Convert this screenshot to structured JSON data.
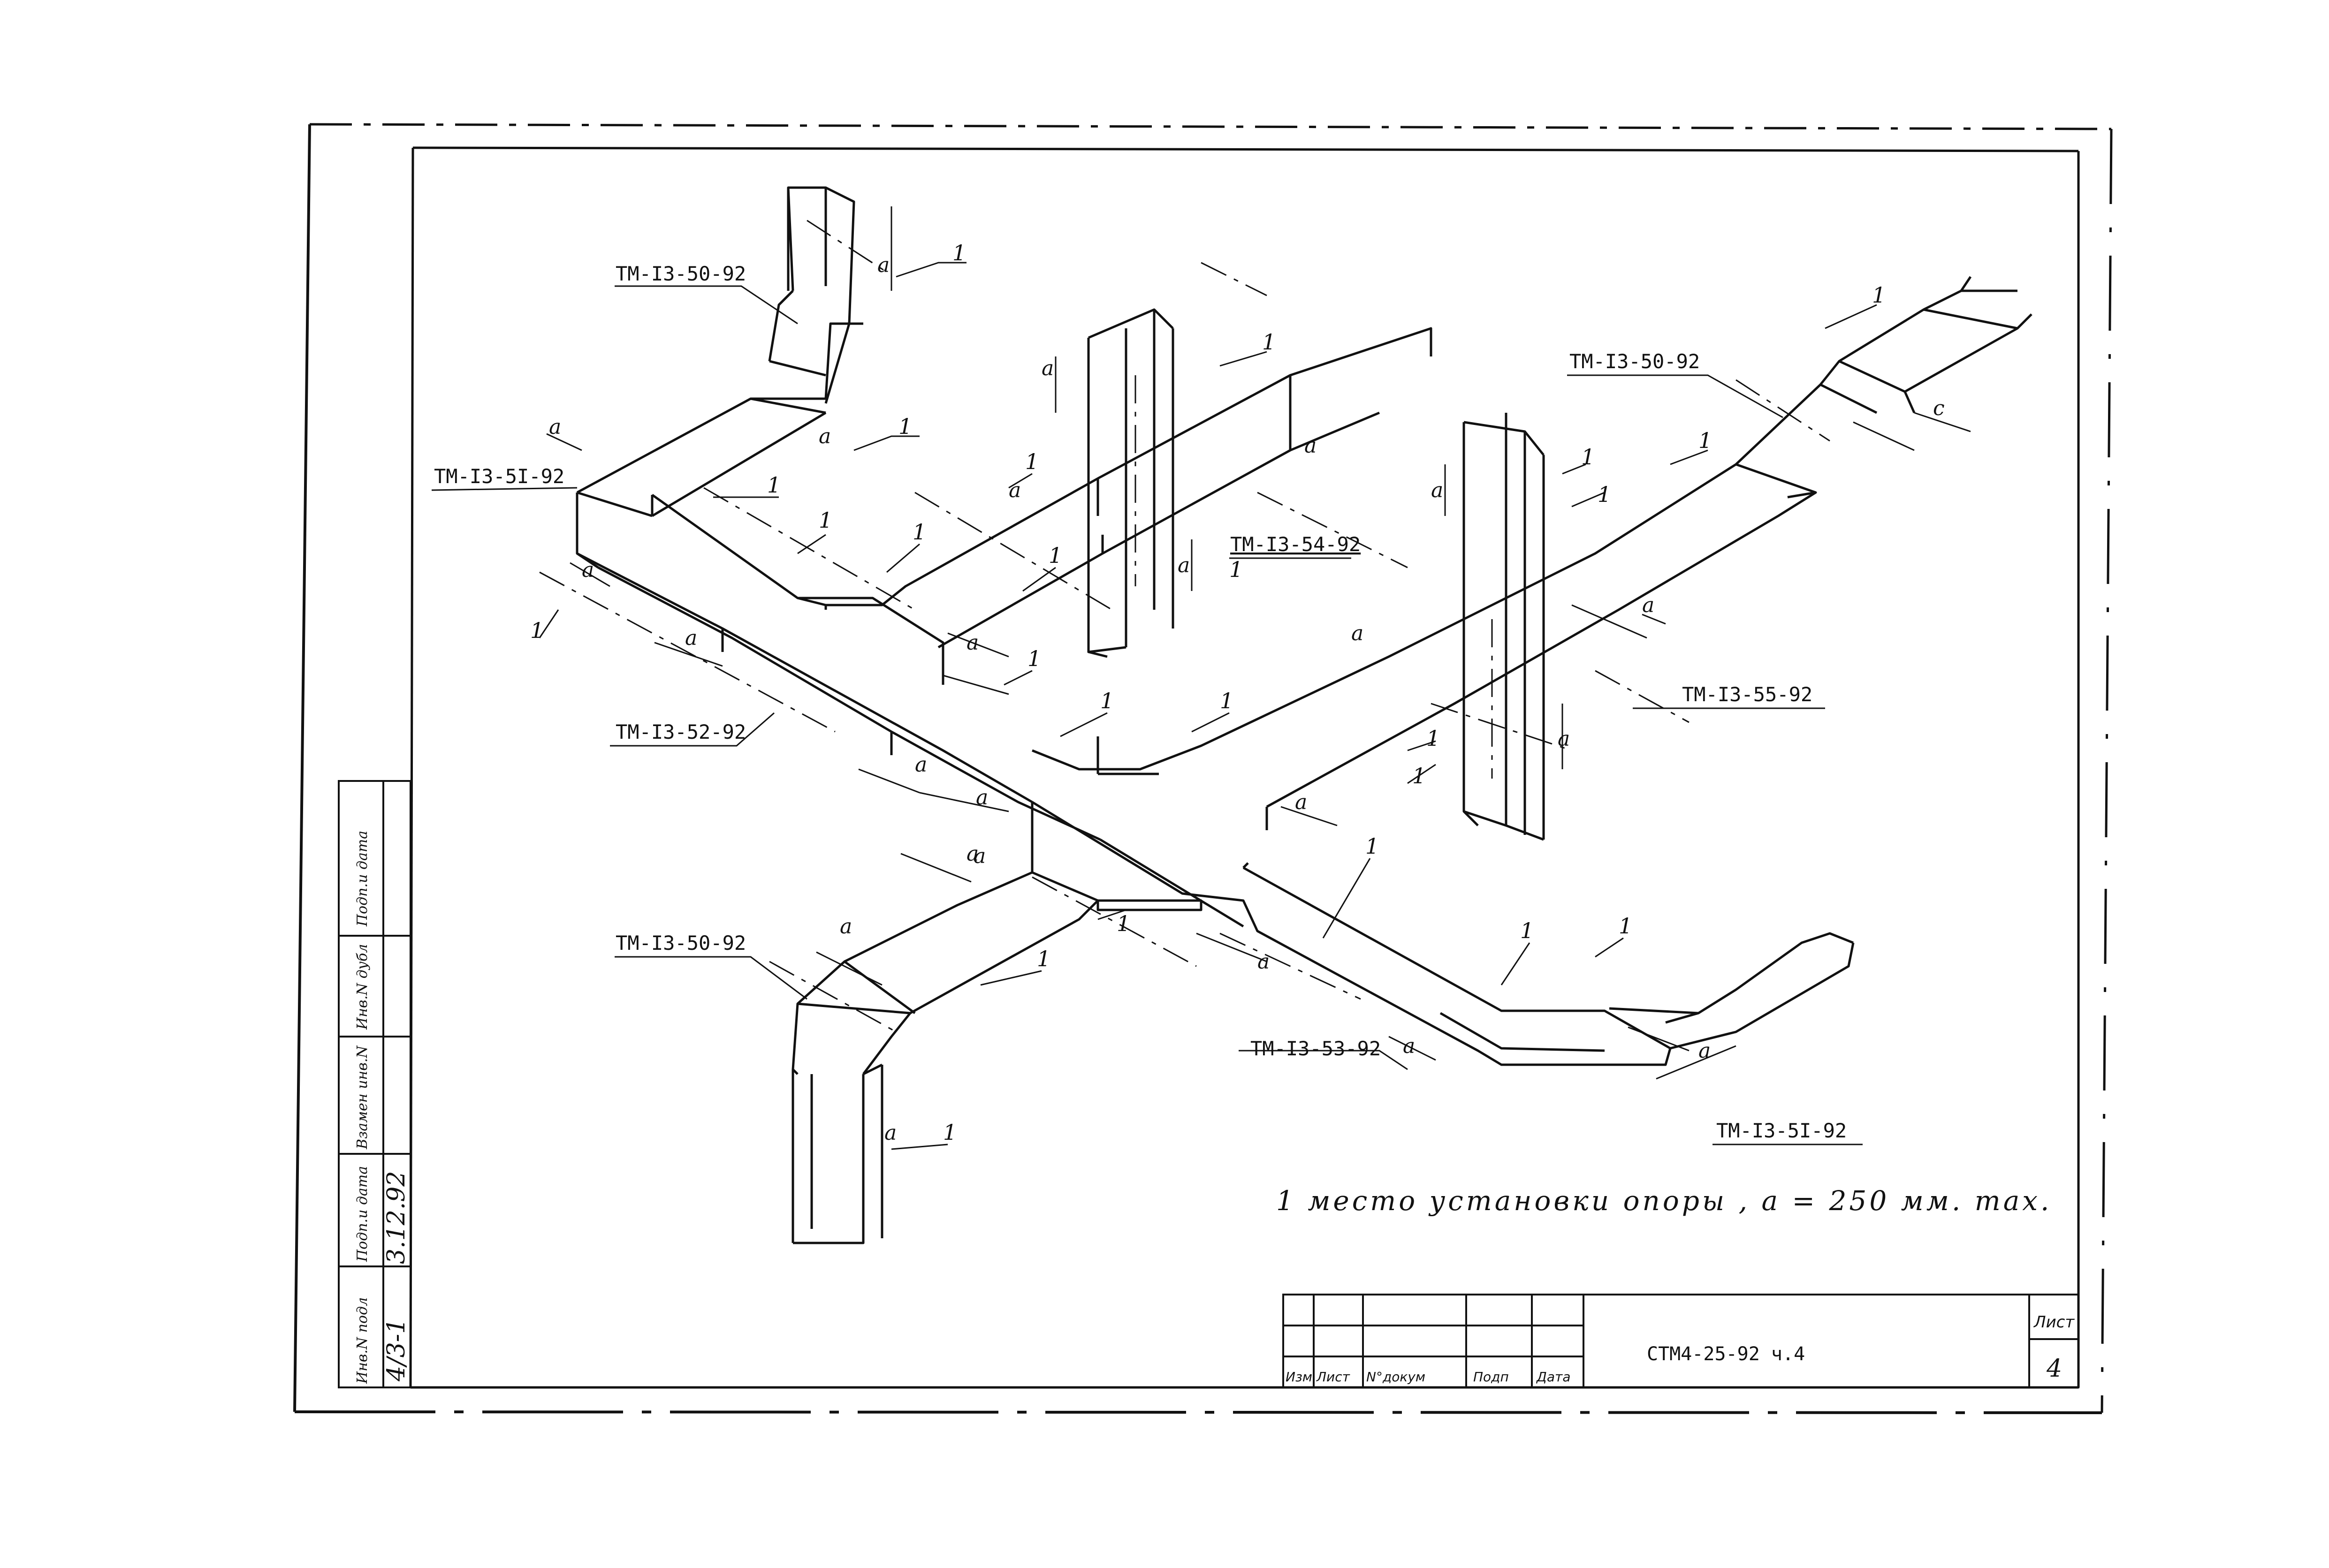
{
  "part_labels": {
    "tm50_top": "TM-I3-50-92",
    "tm51_left": "TM-I3-5I-92",
    "tm52": "TM-I3-52-92",
    "tm54": "TM-I3-54-92",
    "tm50_right": "TM-I3-50-92",
    "tm55": "TM-I3-55-92",
    "tm50_bottom": "TM-I3-50-92",
    "tm53": "TM-I3-53-92",
    "tm51_right": "TM-I3-5I-92"
  },
  "support_marker": "1",
  "dimension_symbol": "a",
  "dimension_symbol_c": "c",
  "note": "1  место  установки  опоры ,  a = 250 мм. max.",
  "title_block": {
    "col_izm": "Изм",
    "col_list": "Лист",
    "col_ndokum": "N°докум",
    "col_podp": "Подп",
    "col_data": "Дата",
    "doc_code": "СТМ4-25-92 ч.4",
    "sheet_label": "Лист",
    "sheet_number": "4"
  },
  "side_stamp": {
    "inv_podl": "Инв.N подл",
    "podp_data": "Подп.и дата",
    "vzam_inv": "Взамен инв.N",
    "inv_dubl": "Инв.N дубл",
    "podp_data2": "Подп.и дата",
    "inv_value": "4/3-1",
    "date_value": "3.12.92"
  }
}
